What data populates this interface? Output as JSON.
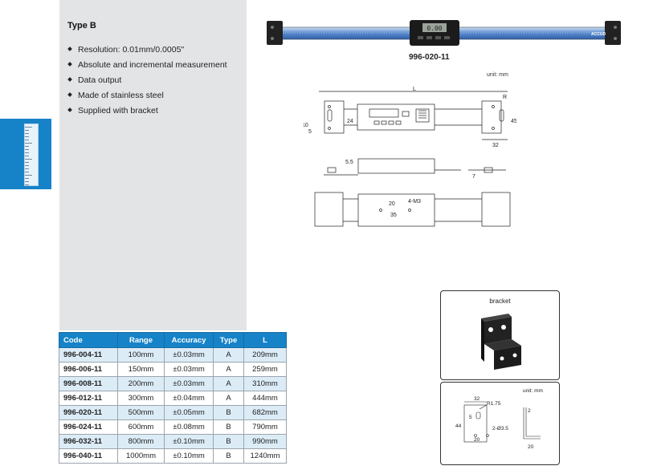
{
  "section": {
    "title": "Type B",
    "features": [
      "Resolution: 0.01mm/0.0005\"",
      "Absolute and incremental measurement",
      "Data output",
      "Made of stainless steel",
      "Supplied with bracket"
    ]
  },
  "product": {
    "model": "996-020-11",
    "display_value": "0.00",
    "brand": "ACCUD"
  },
  "drawing": {
    "unit": "unit: mm",
    "dims": {
      "L": "L",
      "R": "R",
      "d10": "10",
      "d5": "5",
      "d24": "24",
      "d45": "45",
      "d32": "32",
      "d5_5": "5.5",
      "d7": "7",
      "d20": "20",
      "d4m3": "4-M3",
      "d35": "35"
    }
  },
  "table": {
    "headers": [
      "Code",
      "Range",
      "Accuracy",
      "Type",
      "L"
    ],
    "rows": [
      [
        "996-004-11",
        "100mm",
        "±0.03mm",
        "A",
        "209mm"
      ],
      [
        "996-006-11",
        "150mm",
        "±0.03mm",
        "A",
        "259mm"
      ],
      [
        "996-008-11",
        "200mm",
        "±0.03mm",
        "A",
        "310mm"
      ],
      [
        "996-012-11",
        "300mm",
        "±0.04mm",
        "A",
        "444mm"
      ],
      [
        "996-020-11",
        "500mm",
        "±0.05mm",
        "B",
        "682mm"
      ],
      [
        "996-024-11",
        "600mm",
        "±0.08mm",
        "B",
        "790mm"
      ],
      [
        "996-032-11",
        "800mm",
        "±0.10mm",
        "B",
        "990mm"
      ],
      [
        "996-040-11",
        "1000mm",
        "±0.10mm",
        "B",
        "1240mm"
      ]
    ]
  },
  "bracket": {
    "label": "bracket",
    "unit": "unit: mm",
    "dims": {
      "d32": "32",
      "r175": "R1.75",
      "d5": "5",
      "d44": "44",
      "d2": "2",
      "hole": "2-Ø3.5",
      "d20a": "20",
      "d20b": "20"
    }
  },
  "colors": {
    "accent": "#1683c8",
    "row_alt": "#dcecf7",
    "panel": "#e3e4e5"
  }
}
